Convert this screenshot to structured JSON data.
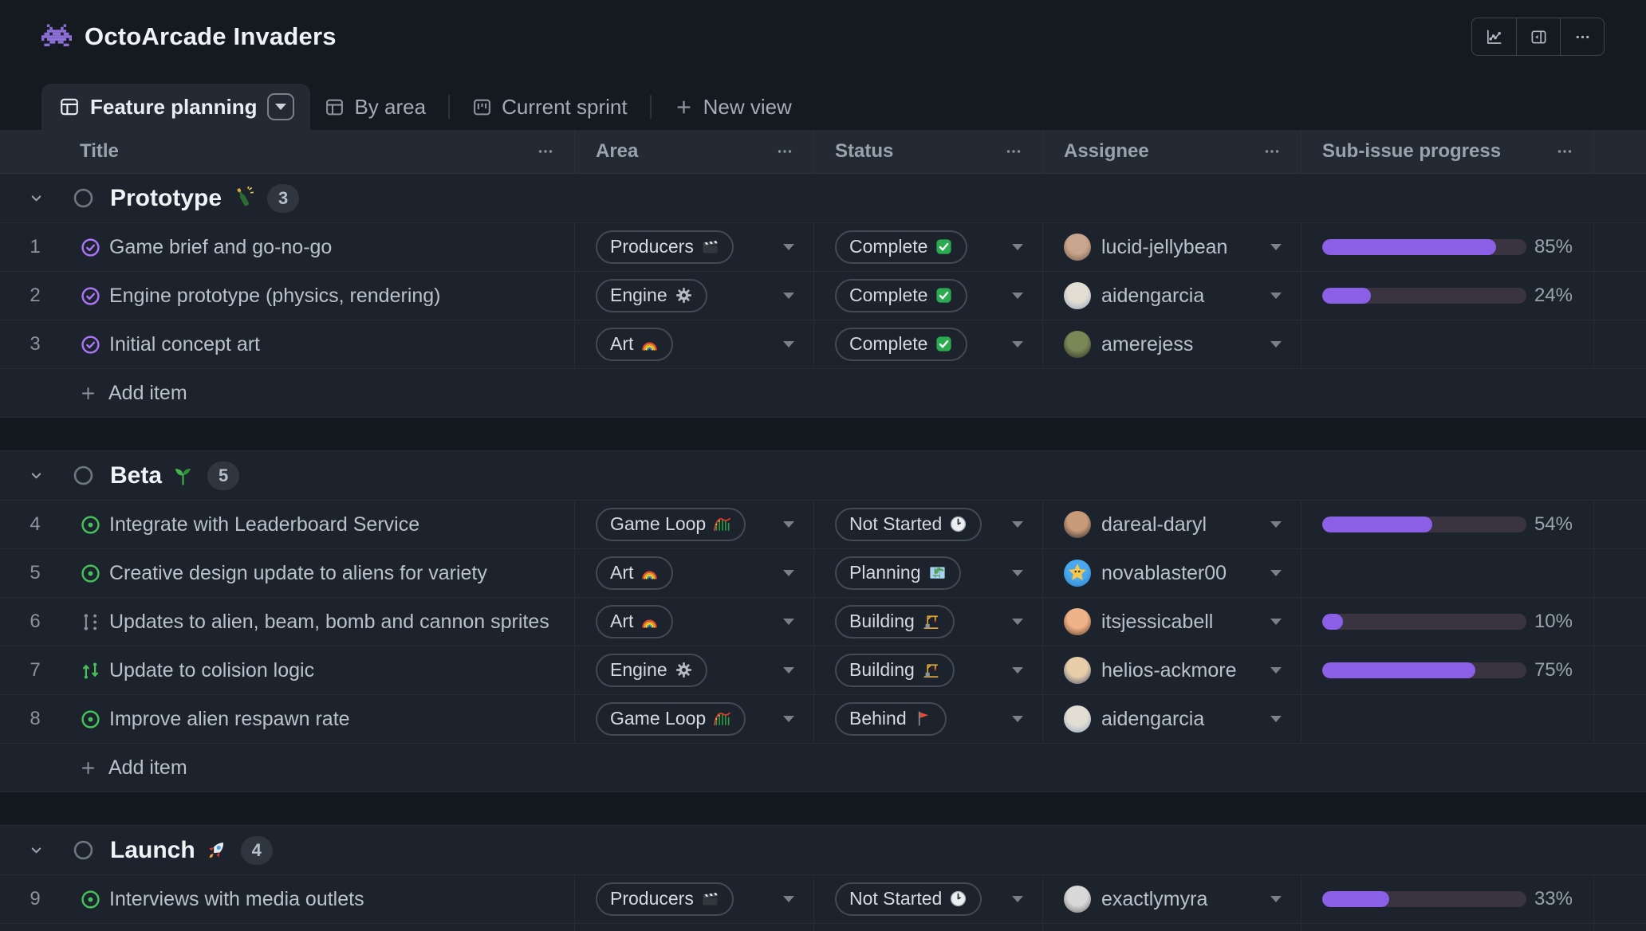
{
  "header": {
    "title": "OctoArcade Invaders",
    "title_icon": "invader",
    "toolbar": [
      {
        "name": "insights-button",
        "icon": "graph"
      },
      {
        "name": "side-panel-button",
        "icon": "side-panel"
      },
      {
        "name": "more-options-button",
        "icon": "kebab"
      }
    ]
  },
  "tabs": {
    "active": {
      "label": "Feature planning",
      "icon": "table",
      "has_caret": true
    },
    "others": [
      {
        "label": "By area",
        "icon": "table"
      },
      {
        "label": "Current sprint",
        "icon": "project"
      }
    ],
    "new_view_label": "New view"
  },
  "columns": [
    {
      "label": "Title",
      "has_menu": true
    },
    {
      "label": "Area",
      "has_menu": true
    },
    {
      "label": "Status",
      "has_menu": true
    },
    {
      "label": "Assignee",
      "has_menu": true
    },
    {
      "label": "Sub-issue progress",
      "has_menu": true
    }
  ],
  "add_column_icon": "plus",
  "ui": {
    "add_item_label": "Add item"
  },
  "colors": {
    "accent_purple": "#8b5fe6",
    "progress_track": "#3a3442",
    "open_green": "#44c15b",
    "closed_purple": "#a974f5",
    "header_bg": "#232a34",
    "row_bg": "#1c232c",
    "page_bg": "#151a21"
  },
  "groups": [
    {
      "name": "Prototype",
      "emoji": "champagne",
      "count": "3",
      "rows": [
        {
          "num": "1",
          "type_icon": "issue-closed",
          "title": "Game brief and go-no-go",
          "area": {
            "label": "Producers",
            "icon": "clapper"
          },
          "status": {
            "label": "Complete",
            "icon": "check"
          },
          "assignee": {
            "name": "lucid-jellybean",
            "avatar": {
              "c1": "#caa58d",
              "c2": "#6d5747"
            }
          },
          "progress": "85"
        },
        {
          "num": "2",
          "type_icon": "issue-closed",
          "title": "Engine prototype (physics, rendering)",
          "area": {
            "label": "Engine",
            "icon": "gear"
          },
          "status": {
            "label": "Complete",
            "icon": "check"
          },
          "assignee": {
            "name": "aidengarcia",
            "avatar": {
              "c1": "#e3ded4",
              "c2": "#8fa6bf"
            }
          },
          "progress": "24"
        },
        {
          "num": "3",
          "type_icon": "issue-closed",
          "title": "Initial concept art",
          "area": {
            "label": "Art",
            "icon": "rainbow"
          },
          "status": {
            "label": "Complete",
            "icon": "check"
          },
          "assignee": {
            "name": "amerejess",
            "avatar": {
              "c1": "#7a8757",
              "c2": "#2c2a20"
            }
          },
          "progress": null
        }
      ]
    },
    {
      "name": "Beta",
      "emoji": "seedling",
      "count": "5",
      "rows": [
        {
          "num": "4",
          "type_icon": "issue-opened",
          "title": "Integrate with Leaderboard Service",
          "area": {
            "label": "Game Loop",
            "icon": "coaster"
          },
          "status": {
            "label": "Not Started",
            "icon": "clock"
          },
          "assignee": {
            "name": "dareal-daryl",
            "avatar": {
              "c1": "#c89b78",
              "c2": "#23242e"
            }
          },
          "progress": "54"
        },
        {
          "num": "5",
          "type_icon": "issue-opened",
          "title": "Creative design update to aliens for variety",
          "area": {
            "label": "Art",
            "icon": "rainbow"
          },
          "status": {
            "label": "Planning",
            "icon": "map"
          },
          "assignee": {
            "name": "novablaster00",
            "avatar": {
              "c1": "#4aa9ee",
              "c2": "#2b7fc4",
              "star": true
            }
          },
          "progress": null
        },
        {
          "num": "6",
          "type_icon": "pr-draft",
          "title": "Updates to alien, beam, bomb and cannon sprites",
          "area": {
            "label": "Art",
            "icon": "rainbow"
          },
          "status": {
            "label": "Building",
            "icon": "crane"
          },
          "assignee": {
            "name": "itsjessicabell",
            "avatar": {
              "c1": "#f0b288",
              "c2": "#5a3b28"
            }
          },
          "progress": "10"
        },
        {
          "num": "7",
          "type_icon": "pr-open",
          "title": "Update to colision logic",
          "area": {
            "label": "Engine",
            "icon": "gear"
          },
          "status": {
            "label": "Building",
            "icon": "crane"
          },
          "assignee": {
            "name": "helios-ackmore",
            "avatar": {
              "c1": "#e8cdaa",
              "c2": "#44506a"
            }
          },
          "progress": "75"
        },
        {
          "num": "8",
          "type_icon": "issue-opened",
          "title": "Improve alien respawn rate",
          "area": {
            "label": "Game Loop",
            "icon": "coaster"
          },
          "status": {
            "label": "Behind",
            "icon": "flag"
          },
          "assignee": {
            "name": "aidengarcia",
            "avatar": {
              "c1": "#e3ded4",
              "c2": "#8fa6bf"
            }
          },
          "progress": null
        }
      ]
    },
    {
      "name": "Launch",
      "emoji": "rocket",
      "count": "4",
      "rows": [
        {
          "num": "9",
          "type_icon": "issue-opened",
          "title": "Interviews with media outlets",
          "area": {
            "label": "Producers",
            "icon": "clapper"
          },
          "status": {
            "label": "Not Started",
            "icon": "clock"
          },
          "assignee": {
            "name": "exactlymyra",
            "avatar": {
              "c1": "#d8d8d8",
              "c2": "#6a6a6a"
            }
          },
          "progress": "33"
        }
      ]
    }
  ],
  "partial_row": {
    "type_icon": "issue-opened"
  }
}
